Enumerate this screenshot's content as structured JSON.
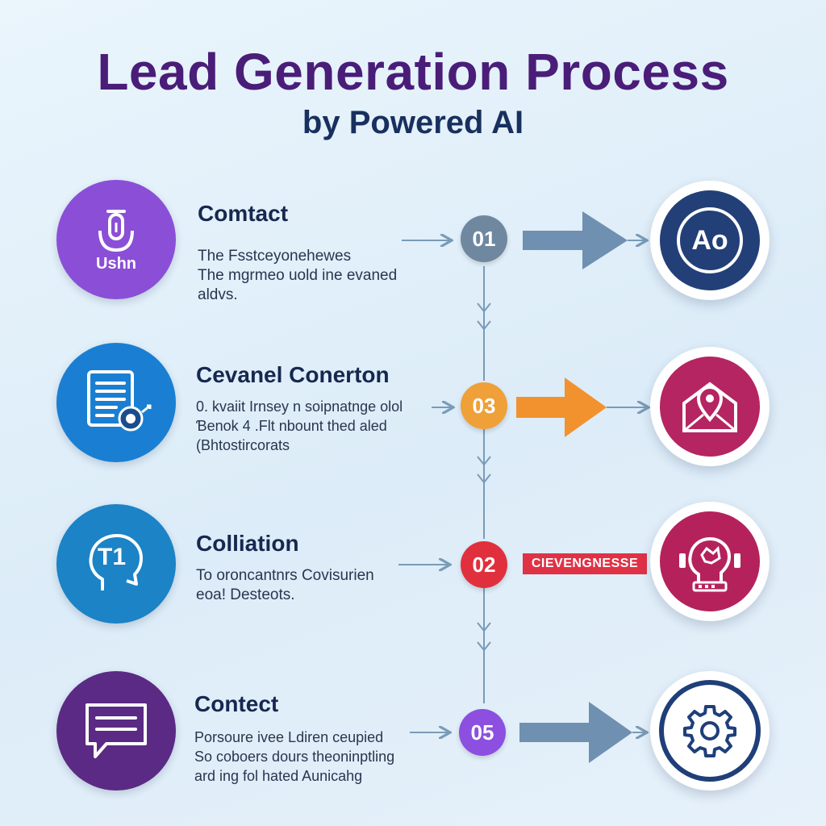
{
  "title": "Lead Generation Process",
  "subtitle": "by Powered AI",
  "colors": {
    "title": "#4a1d78",
    "subtitle": "#18305e",
    "connector": "#7a9bb8",
    "step1_left": "#8a4fd6",
    "step2_left": "#1a7fd2",
    "step3_left": "#1b83c6",
    "step4_left": "#5b2a84",
    "num_01": "#6f889f",
    "num_03": "#f0a038",
    "num_02": "#e0303d",
    "num_05": "#8c4fe0",
    "right1": "#223f78",
    "right2": "#b52561",
    "right3": "#b5225b",
    "right4": "#1f3f7a"
  },
  "steps": [
    {
      "title": "Comtact",
      "desc": [
        "The Fsstceyonehewes",
        "The mgrmeo uold ine evaned",
        "aldvs."
      ],
      "icon_label": "Ushn",
      "left_icon": "microphone-icon",
      "number": "01",
      "right_icon": "ao-logo-icon",
      "right_label": "Ao"
    },
    {
      "title": "Cevanel Conerton",
      "desc": [
        "0. kvaiit Irnsey n soipnatnge olol",
        "Ɓenok 4 .Flt nbount thed aled",
        "(Bhtostircorats"
      ],
      "left_icon": "document-list-icon",
      "number": "03",
      "right_icon": "email-location-icon"
    },
    {
      "title": "Colliation",
      "desc": [
        "To oroncantnrs Covisurien",
        "eoa! Desteots."
      ],
      "icon_label": "T1",
      "left_icon": "head-chat-icon",
      "number": "02",
      "badge": "CIEVENGNESSE",
      "right_icon": "ai-head-icon"
    },
    {
      "title": "Contect",
      "desc": [
        "Porsoure ivee Ldiren ceupied",
        "So coboers dours theoninptling",
        "ard ing fol hated Aunicahg"
      ],
      "left_icon": "chat-bubble-icon",
      "number": "05",
      "right_icon": "gear-icon"
    }
  ]
}
